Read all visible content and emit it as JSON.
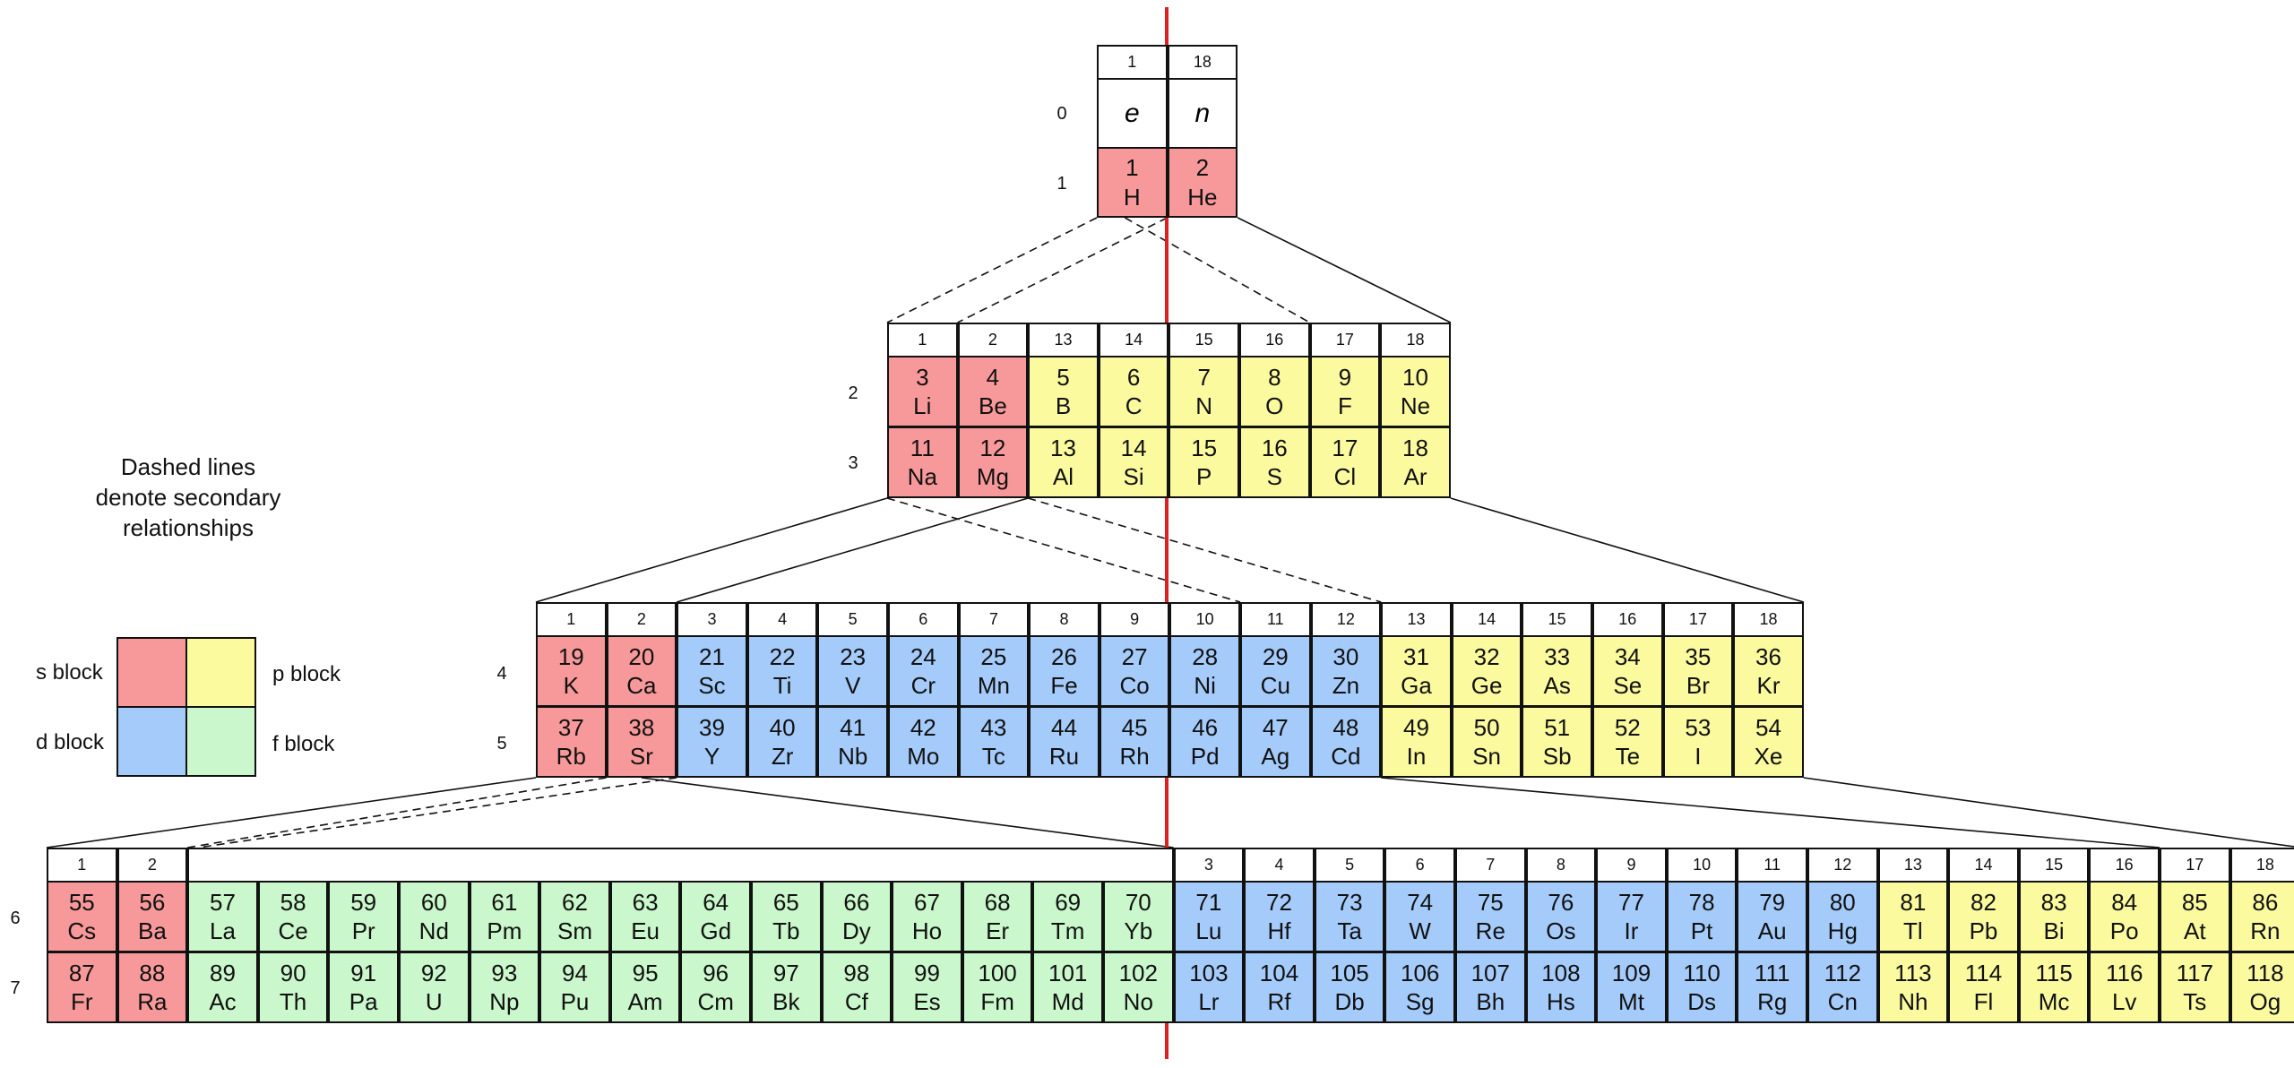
{
  "note": {
    "line1": "Dashed lines",
    "line2": "denote secondary",
    "line3": "relationships"
  },
  "legend": {
    "s": "s block",
    "p": "p block",
    "d": "d block",
    "f": "f block"
  },
  "colors": {
    "s": "#f7999b",
    "p": "#fbfa9f",
    "d": "#a5cbfb",
    "f": "#caf7cc",
    "divider": "#e02020"
  },
  "tier0": {
    "groups": [
      "1",
      "18"
    ],
    "period_labels": [
      "0",
      "1"
    ],
    "particles": [
      "e",
      "n"
    ],
    "elements": [
      {
        "n": "1",
        "s": "H",
        "b": "s"
      },
      {
        "n": "2",
        "s": "He",
        "b": "s"
      }
    ]
  },
  "tier1": {
    "groups": [
      "1",
      "2",
      "13",
      "14",
      "15",
      "16",
      "17",
      "18"
    ],
    "period_labels": [
      "2",
      "3"
    ],
    "rows": [
      [
        {
          "n": "3",
          "s": "Li",
          "b": "s"
        },
        {
          "n": "4",
          "s": "Be",
          "b": "s"
        },
        {
          "n": "5",
          "s": "B",
          "b": "p"
        },
        {
          "n": "6",
          "s": "C",
          "b": "p"
        },
        {
          "n": "7",
          "s": "N",
          "b": "p"
        },
        {
          "n": "8",
          "s": "O",
          "b": "p"
        },
        {
          "n": "9",
          "s": "F",
          "b": "p"
        },
        {
          "n": "10",
          "s": "Ne",
          "b": "p"
        }
      ],
      [
        {
          "n": "11",
          "s": "Na",
          "b": "s"
        },
        {
          "n": "12",
          "s": "Mg",
          "b": "s"
        },
        {
          "n": "13",
          "s": "Al",
          "b": "p"
        },
        {
          "n": "14",
          "s": "Si",
          "b": "p"
        },
        {
          "n": "15",
          "s": "P",
          "b": "p"
        },
        {
          "n": "16",
          "s": "S",
          "b": "p"
        },
        {
          "n": "17",
          "s": "Cl",
          "b": "p"
        },
        {
          "n": "18",
          "s": "Ar",
          "b": "p"
        }
      ]
    ]
  },
  "tier2": {
    "groups": [
      "1",
      "2",
      "3",
      "4",
      "5",
      "6",
      "7",
      "8",
      "9",
      "10",
      "11",
      "12",
      "13",
      "14",
      "15",
      "16",
      "17",
      "18"
    ],
    "period_labels": [
      "4",
      "5"
    ],
    "rows": [
      [
        {
          "n": "19",
          "s": "K",
          "b": "s"
        },
        {
          "n": "20",
          "s": "Ca",
          "b": "s"
        },
        {
          "n": "21",
          "s": "Sc",
          "b": "d"
        },
        {
          "n": "22",
          "s": "Ti",
          "b": "d"
        },
        {
          "n": "23",
          "s": "V",
          "b": "d"
        },
        {
          "n": "24",
          "s": "Cr",
          "b": "d"
        },
        {
          "n": "25",
          "s": "Mn",
          "b": "d"
        },
        {
          "n": "26",
          "s": "Fe",
          "b": "d"
        },
        {
          "n": "27",
          "s": "Co",
          "b": "d"
        },
        {
          "n": "28",
          "s": "Ni",
          "b": "d"
        },
        {
          "n": "29",
          "s": "Cu",
          "b": "d"
        },
        {
          "n": "30",
          "s": "Zn",
          "b": "d"
        },
        {
          "n": "31",
          "s": "Ga",
          "b": "p"
        },
        {
          "n": "32",
          "s": "Ge",
          "b": "p"
        },
        {
          "n": "33",
          "s": "As",
          "b": "p"
        },
        {
          "n": "34",
          "s": "Se",
          "b": "p"
        },
        {
          "n": "35",
          "s": "Br",
          "b": "p"
        },
        {
          "n": "36",
          "s": "Kr",
          "b": "p"
        }
      ],
      [
        {
          "n": "37",
          "s": "Rb",
          "b": "s"
        },
        {
          "n": "38",
          "s": "Sr",
          "b": "s"
        },
        {
          "n": "39",
          "s": "Y",
          "b": "d"
        },
        {
          "n": "40",
          "s": "Zr",
          "b": "d"
        },
        {
          "n": "41",
          "s": "Nb",
          "b": "d"
        },
        {
          "n": "42",
          "s": "Mo",
          "b": "d"
        },
        {
          "n": "43",
          "s": "Tc",
          "b": "d"
        },
        {
          "n": "44",
          "s": "Ru",
          "b": "d"
        },
        {
          "n": "45",
          "s": "Rh",
          "b": "d"
        },
        {
          "n": "46",
          "s": "Pd",
          "b": "d"
        },
        {
          "n": "47",
          "s": "Ag",
          "b": "d"
        },
        {
          "n": "48",
          "s": "Cd",
          "b": "d"
        },
        {
          "n": "49",
          "s": "In",
          "b": "p"
        },
        {
          "n": "50",
          "s": "Sn",
          "b": "p"
        },
        {
          "n": "51",
          "s": "Sb",
          "b": "p"
        },
        {
          "n": "52",
          "s": "Te",
          "b": "p"
        },
        {
          "n": "53",
          "s": "I",
          "b": "p"
        },
        {
          "n": "54",
          "s": "Xe",
          "b": "p"
        }
      ]
    ]
  },
  "tier3": {
    "groups": [
      "1",
      "2",
      "",
      "3",
      "4",
      "5",
      "6",
      "7",
      "8",
      "9",
      "10",
      "11",
      "12",
      "13",
      "14",
      "15",
      "16",
      "17",
      "18"
    ],
    "period_labels": [
      "6",
      "7"
    ],
    "rows": [
      [
        {
          "n": "55",
          "s": "Cs",
          "b": "s"
        },
        {
          "n": "56",
          "s": "Ba",
          "b": "s"
        },
        {
          "n": "57",
          "s": "La",
          "b": "f"
        },
        {
          "n": "58",
          "s": "Ce",
          "b": "f"
        },
        {
          "n": "59",
          "s": "Pr",
          "b": "f"
        },
        {
          "n": "60",
          "s": "Nd",
          "b": "f"
        },
        {
          "n": "61",
          "s": "Pm",
          "b": "f"
        },
        {
          "n": "62",
          "s": "Sm",
          "b": "f"
        },
        {
          "n": "63",
          "s": "Eu",
          "b": "f"
        },
        {
          "n": "64",
          "s": "Gd",
          "b": "f"
        },
        {
          "n": "65",
          "s": "Tb",
          "b": "f"
        },
        {
          "n": "66",
          "s": "Dy",
          "b": "f"
        },
        {
          "n": "67",
          "s": "Ho",
          "b": "f"
        },
        {
          "n": "68",
          "s": "Er",
          "b": "f"
        },
        {
          "n": "69",
          "s": "Tm",
          "b": "f"
        },
        {
          "n": "70",
          "s": "Yb",
          "b": "f"
        },
        {
          "n": "71",
          "s": "Lu",
          "b": "d"
        },
        {
          "n": "72",
          "s": "Hf",
          "b": "d"
        },
        {
          "n": "73",
          "s": "Ta",
          "b": "d"
        },
        {
          "n": "74",
          "s": "W",
          "b": "d"
        },
        {
          "n": "75",
          "s": "Re",
          "b": "d"
        },
        {
          "n": "76",
          "s": "Os",
          "b": "d"
        },
        {
          "n": "77",
          "s": "Ir",
          "b": "d"
        },
        {
          "n": "78",
          "s": "Pt",
          "b": "d"
        },
        {
          "n": "79",
          "s": "Au",
          "b": "d"
        },
        {
          "n": "80",
          "s": "Hg",
          "b": "d"
        },
        {
          "n": "81",
          "s": "Tl",
          "b": "p"
        },
        {
          "n": "82",
          "s": "Pb",
          "b": "p"
        },
        {
          "n": "83",
          "s": "Bi",
          "b": "p"
        },
        {
          "n": "84",
          "s": "Po",
          "b": "p"
        },
        {
          "n": "85",
          "s": "At",
          "b": "p"
        },
        {
          "n": "86",
          "s": "Rn",
          "b": "p"
        }
      ],
      [
        {
          "n": "87",
          "s": "Fr",
          "b": "s"
        },
        {
          "n": "88",
          "s": "Ra",
          "b": "s"
        },
        {
          "n": "89",
          "s": "Ac",
          "b": "f"
        },
        {
          "n": "90",
          "s": "Th",
          "b": "f"
        },
        {
          "n": "91",
          "s": "Pa",
          "b": "f"
        },
        {
          "n": "92",
          "s": "U",
          "b": "f"
        },
        {
          "n": "93",
          "s": "Np",
          "b": "f"
        },
        {
          "n": "94",
          "s": "Pu",
          "b": "f"
        },
        {
          "n": "95",
          "s": "Am",
          "b": "f"
        },
        {
          "n": "96",
          "s": "Cm",
          "b": "f"
        },
        {
          "n": "97",
          "s": "Bk",
          "b": "f"
        },
        {
          "n": "98",
          "s": "Cf",
          "b": "f"
        },
        {
          "n": "99",
          "s": "Es",
          "b": "f"
        },
        {
          "n": "100",
          "s": "Fm",
          "b": "f"
        },
        {
          "n": "101",
          "s": "Md",
          "b": "f"
        },
        {
          "n": "102",
          "s": "No",
          "b": "f"
        },
        {
          "n": "103",
          "s": "Lr",
          "b": "d"
        },
        {
          "n": "104",
          "s": "Rf",
          "b": "d"
        },
        {
          "n": "105",
          "s": "Db",
          "b": "d"
        },
        {
          "n": "106",
          "s": "Sg",
          "b": "d"
        },
        {
          "n": "107",
          "s": "Bh",
          "b": "d"
        },
        {
          "n": "108",
          "s": "Hs",
          "b": "d"
        },
        {
          "n": "109",
          "s": "Mt",
          "b": "d"
        },
        {
          "n": "110",
          "s": "Ds",
          "b": "d"
        },
        {
          "n": "111",
          "s": "Rg",
          "b": "d"
        },
        {
          "n": "112",
          "s": "Cn",
          "b": "d"
        },
        {
          "n": "113",
          "s": "Nh",
          "b": "p"
        },
        {
          "n": "114",
          "s": "Fl",
          "b": "p"
        },
        {
          "n": "115",
          "s": "Mc",
          "b": "p"
        },
        {
          "n": "116",
          "s": "Lv",
          "b": "p"
        },
        {
          "n": "117",
          "s": "Ts",
          "b": "p"
        },
        {
          "n": "118",
          "s": "Og",
          "b": "p"
        }
      ]
    ]
  }
}
